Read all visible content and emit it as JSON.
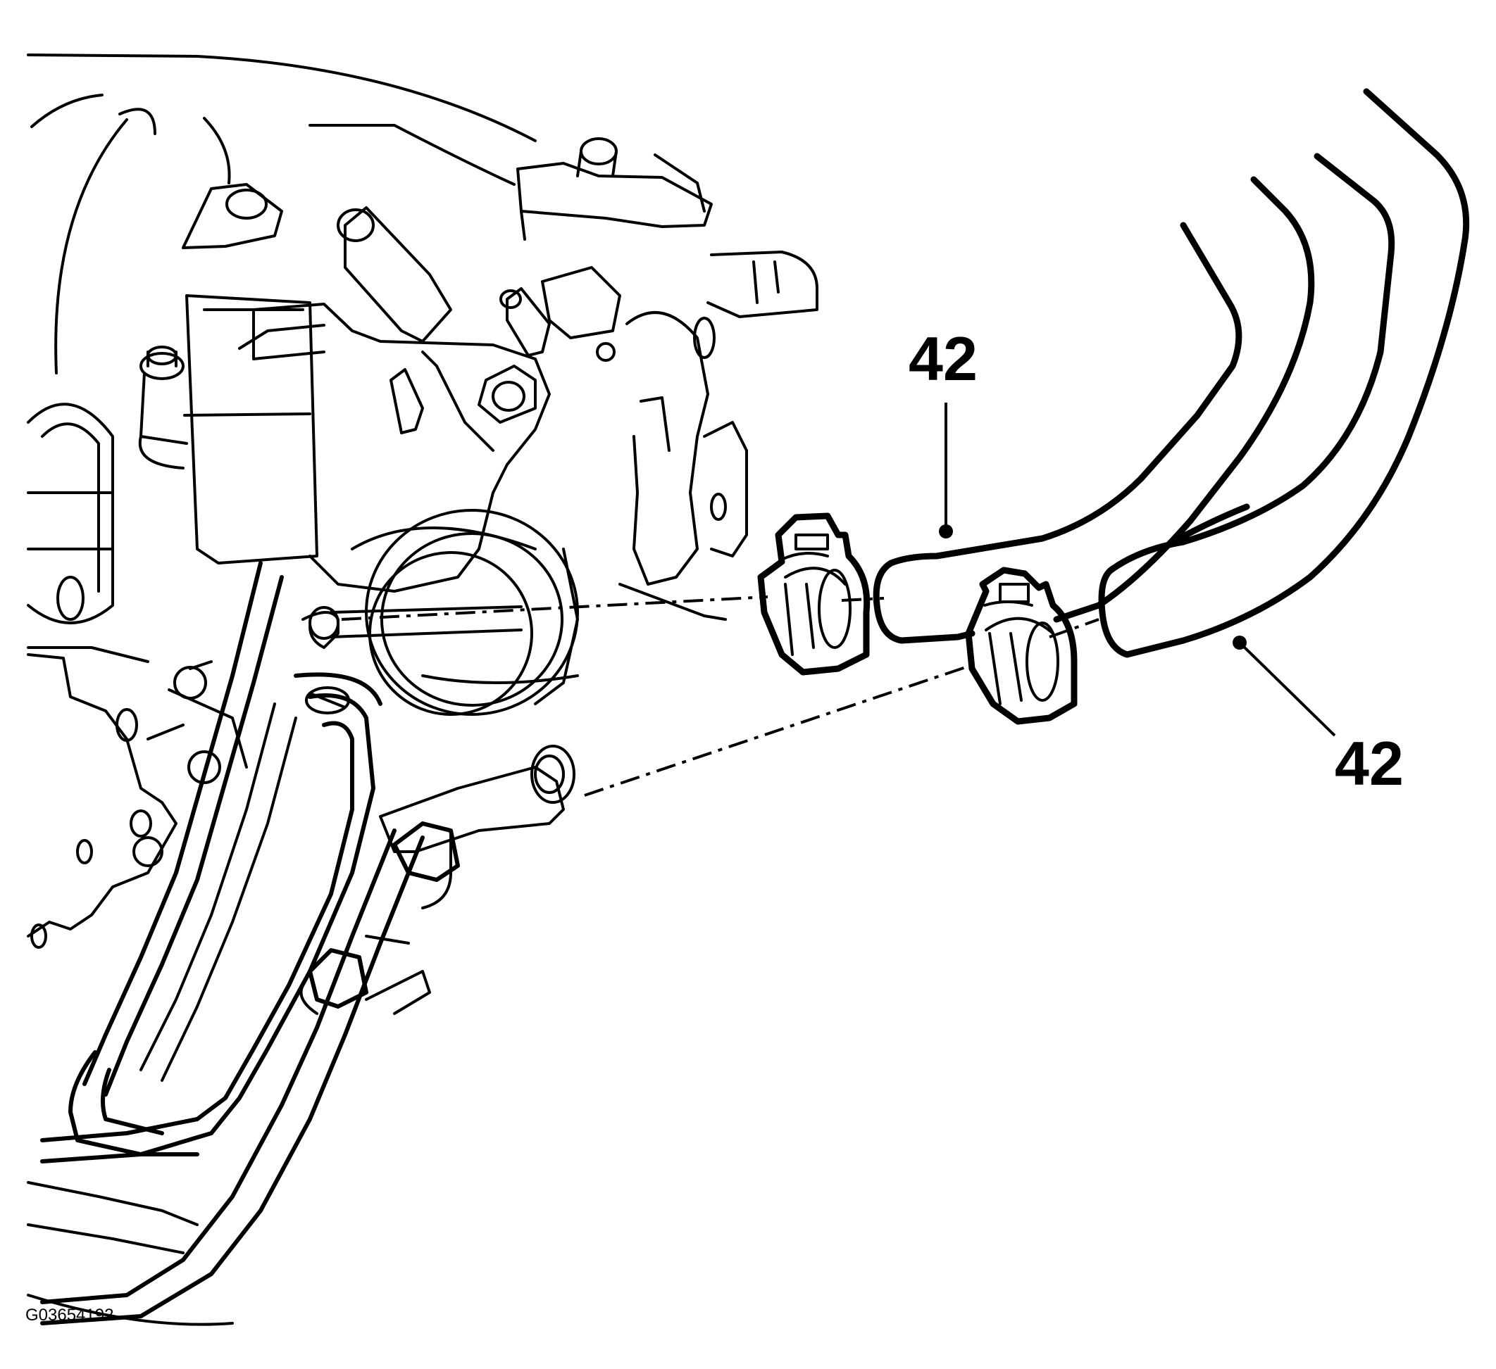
{
  "callouts": {
    "upper_hose_label": "42",
    "lower_hose_label": "42"
  },
  "figure_id": "G03654192",
  "colors": {
    "line": "#000000",
    "background": "#ffffff"
  }
}
